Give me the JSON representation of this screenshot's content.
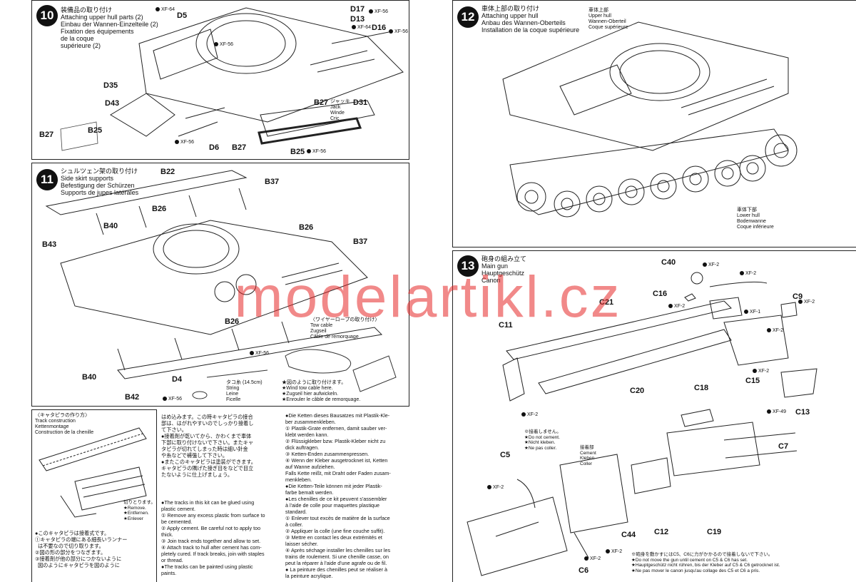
{
  "watermark": "modelartikl.cz",
  "step10": {
    "number": "10",
    "title": "装備品の取り付け\nAttaching upper hull parts (2)\nEinbau der Wannen-Einzelteile (2)\nFixation des équipements\nde la coque\nsupérieure (2)",
    "labels": [
      "D5",
      "D17",
      "D13",
      "D16",
      "D35",
      "D43",
      "B27",
      "B25",
      "D6",
      "B27",
      "B27",
      "B25",
      "D31"
    ],
    "paints": [
      "XF-64",
      "XF-56",
      "XF-56",
      "XF-64",
      "XF-56",
      "XF-56",
      "XF-56"
    ],
    "jack": "ジャッキ\nJack\nWinde\nCric"
  },
  "step11": {
    "number": "11",
    "title": "シュルツェン架の取り付け\nSide skirt supports\nBefestigung der Schürzen\nSupports de jupes latérales",
    "labels": [
      "B22",
      "B37",
      "B26",
      "B40",
      "B43",
      "B26",
      "B37",
      "B26",
      "B40",
      "B42",
      "D4"
    ],
    "paints": [
      "XF-56",
      "XF-56"
    ],
    "tow_title": "〈ワイヤーロープの取り付け〉\nTow cable\nZugseil\nCâble de remorquage",
    "string": "タコ糸 (14.5cm)\nString\nLeine\nFicelle",
    "wind": "★図のように取り付けます。\n★Wind tow cable here.\n★Zugseil hier aufwickeln.\n★Enrouler le câble de remorquage."
  },
  "track": {
    "title": "〈キャタピラの作り方〉\nTrack construction\nKettenmontage\nConstruction de la chenille",
    "cut": "切りとります。\n★Remove.\n★Entfernen.\n★Enlever",
    "jp_col1": "●このキャタピラは接着式です。\n①キャタピラの端にある細長いランナー\n  は不要なので切り取ります。\n②図の形の部分をつなぎます。\n③接着剤が他の部分につかないように\n  図のようにキャタピラを図のように",
    "jp_col2": "はめ込みます。この時キャタピラの接合\n部は、はがれやすいのでしっかり接着し\nて下さい。\n●接着剤が乾いてから、かわくまで車体\n下部に取り付けないで下さい。またキャ\nタピラが切れてしまった時は細い針金\nや糸などで補強して下さい。\n●またこのキャタピラは塗装ができます。\nキャタピラの隅げた接ぎ目をなどで目立\nたないように仕上げましょう。",
    "en": "●The tracks in this kit can be glued using\nplastic cement.\n① Remove any excess plastic from surface to\nbe cemented.\n② Apply cement. Be careful not to apply too\nthick.\n③ Join track ends together and allow to set.\n④ Attach track to hull after cement has com-\npletely cured. If track breaks, join with staples\nor thread.\n●The tracks can be painted using plastic\npaints.",
    "de_fr": "●Die Ketten dieses Bausatzes mit Plastik-Kle-\nber zusammenkleben.\n① Plastik-Grate entfernen, damit sauber ver-\nklebt werden kann.\n② Flüssigkleber bzw. Plastik-Kleber nicht zu\ndick auftragen.\n③ Ketten-Enden zusammenpressen.\n④ Wenn der Kleber ausgetrocknet ist, Ketten\nauf Wanne aufziehen.\nFalls Kette reißt, mit Draht oder Faden zusam-\nmenkleben.\n●Die Ketten-Teile können mit jeder Plastik-\nfarbe bemalt werden.\n●Les chenilles de ce kit peuvent s'assembler\nà l'aide de colle pour maquettes plastique\nstandard.\n① Enlever tout excès de matière de la surface\nà coller.\n② Appliquer la colle (une fine couche suffit).\n③ Mettre en contact les deux extrémités et\nlaisser sécher.\n④ Après séchage installer les chenilles sur les\ntrains de roulement. Si une chenille casse, on\npeut la réparer à l'aide d'une agrafe ou de fil.\n● La peinture des chenilles peut se réaliser à\nla peinture acrylique."
  },
  "step12": {
    "number": "12",
    "title": "車体上部の取り付け\nAttaching upper hull\nAnbau des Wannen-Oberteils\nInstallation de la coque supérieure",
    "upper": "車体上部\nUpper hull\nWannen-Oberteil\nCoque supérieure",
    "lower": "車体下部\nLower hull\nBodenwanne\nCoque inférieure"
  },
  "step13": {
    "number": "13",
    "title": "砲身の組み立て\nMain gun\nHauptgeschütz\nCanon",
    "labels": [
      "C40",
      "C9",
      "C16",
      "C21",
      "C11",
      "C20",
      "C15",
      "C13",
      "C18",
      "C7",
      "C5",
      "C44",
      "C12",
      "C19",
      "C6"
    ],
    "paints": [
      "XF-2",
      "XF-2",
      "XF-2",
      "XF-2",
      "XF-1",
      "XF-2",
      "XF-2",
      "XF-2",
      "XF-49",
      "XF-2",
      "XF-2",
      "XF-2"
    ],
    "no_cement": "※接着しません。\n★Do not cement.\n★Nicht kleben.\n★Ne pas coller.",
    "cement": "接着部\nCement\nKleben\nColler",
    "note": "※砲身を動かすにはC5、C6に力がかかるので接着しないで下さい。\n★Do not move the gun until cement on C5 & C6 has set.\n★Hauptgeschütz nicht rühren, bis der Kleber auf C5 & C6 getrocknet ist.\n★Ne pas mover le canon jusqu'au collage des C5 et C6 a pris."
  }
}
